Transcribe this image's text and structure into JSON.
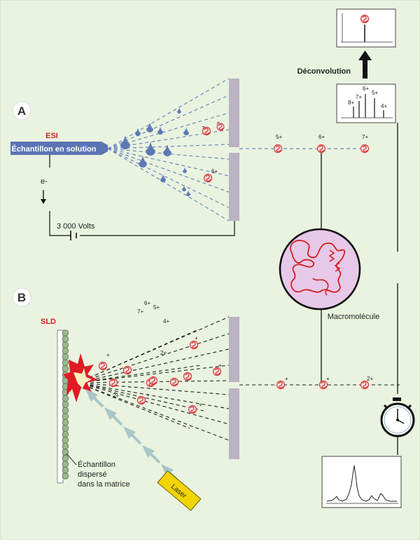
{
  "panels": {
    "a_label": "A",
    "b_label": "B"
  },
  "esi": {
    "title": "ESI",
    "sample_label": "Échantillon en solution",
    "electron_label": "e-",
    "voltage_label": "3 000 Volts",
    "spray_charges": [
      "7+",
      "5+",
      "6+"
    ],
    "beam_charges": [
      "5+",
      "6+",
      "7+"
    ]
  },
  "sld": {
    "title": "SLD",
    "matrix_label_lines": [
      "Échantillon",
      "dispersé",
      "dans la matrice"
    ],
    "laser_label": "Laser",
    "cloud_charges": [
      "6+",
      "5+",
      "7+",
      "4+"
    ],
    "plume_charges": [
      "+",
      "2+",
      "+",
      "+",
      "2+",
      "+",
      "+"
    ],
    "beam_charges": [
      "+",
      "+",
      "2+"
    ]
  },
  "center": {
    "macromolecule_label": "Macromolécule"
  },
  "right": {
    "deconvolution_label": "Déconvolution",
    "spectrum_peak_labels": [
      "8+",
      "7+",
      "6+",
      "5+",
      "4+"
    ]
  },
  "colors": {
    "background": "#e9f3df",
    "sample_bar": "#5b74b3",
    "droplet": "#5d79b5",
    "esi_red": "#cc2222",
    "protein_red": "#d43a3a",
    "detector": "#bbb3c2",
    "macromolecule_fill": "#e8c8e8",
    "laser_arrow": "#a9c6c8",
    "laser_box": "#f1d400",
    "burst": "#e01b24"
  }
}
